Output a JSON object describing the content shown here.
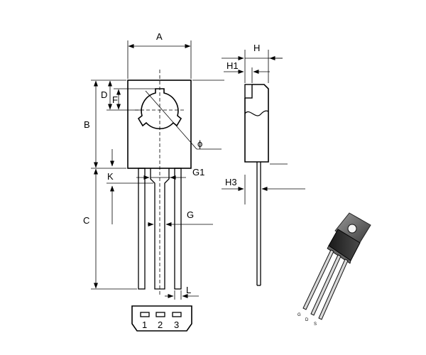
{
  "dimension_labels": {
    "A": "A",
    "B": "B",
    "C": "C",
    "D": "D",
    "F": "F",
    "K": "K",
    "G1": "G1",
    "G": "G",
    "L": "L",
    "H": "H",
    "H1": "H1",
    "H3": "H3",
    "phi": "ϕ"
  },
  "pin_numbers": [
    "1",
    "2",
    "3"
  ],
  "pin_functions": [
    "G",
    "D",
    "S"
  ]
}
